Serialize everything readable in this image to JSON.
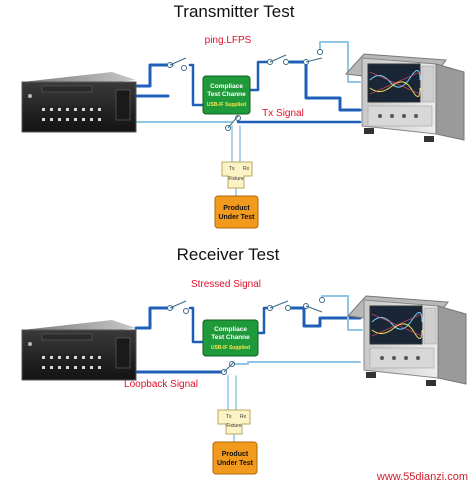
{
  "transmitter": {
    "title": "Transmitter Test",
    "top_label": "ping.LFPS",
    "bottom_label": "Tx Signal",
    "channel_box": {
      "line1": "Compliace",
      "line2": "Test Channe",
      "line3": "USB-IF Supplied"
    },
    "fixture": {
      "left": "Tx",
      "right": "Rx",
      "name": "Fixture"
    },
    "dut": {
      "line1": "Product",
      "line2": "Under Test"
    }
  },
  "receiver": {
    "title": "Receiver Test",
    "top_label": "Stressed Signal",
    "bottom_label": "Loopback Signal",
    "channel_box": {
      "line1": "Compliace",
      "line2": "Test Channe",
      "line3": "USB-IF Supplied"
    },
    "fixture": {
      "left": "Tx",
      "right": "Rx",
      "name": "Fixture"
    },
    "dut": {
      "line1": "Product",
      "line2": "Under Test"
    }
  },
  "watermark": "www.55dianzi.com",
  "colors": {
    "cable_dark": "#1f5fb8",
    "cable_light": "#8fc6e6",
    "channel_box": "#1e9a3a",
    "dut_box": "#f29a1e",
    "fixture_box": "#fbf3c6",
    "label_red": "#e0102a"
  }
}
